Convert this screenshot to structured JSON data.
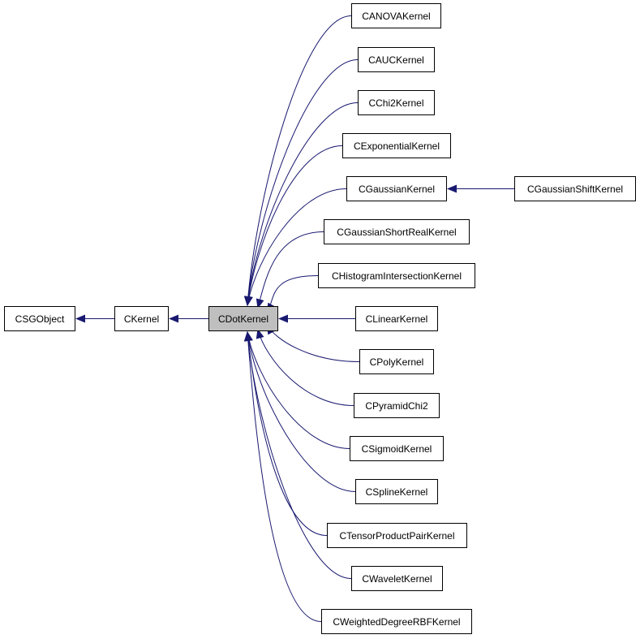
{
  "diagram": {
    "edge_color": "#191970",
    "current_fill": "#bfbfbf",
    "nodes": {
      "csgobject": "CSGObject",
      "ckernel": "CKernel",
      "cdotkernel": "CDotKernel",
      "canova": "CANOVAKernel",
      "cauc": "CAUCKernel",
      "cchi2": "CChi2Kernel",
      "cexponential": "CExponentialKernel",
      "cgaussian": "CGaussianKernel",
      "cgaussianshift": "CGaussianShiftKernel",
      "cgaussianshortreal": "CGaussianShortRealKernel",
      "chistogram": "CHistogramIntersectionKernel",
      "clinear": "CLinearKernel",
      "cpoly": "CPolyKernel",
      "cpyramid": "CPyramidChi2",
      "csigmoid": "CSigmoidKernel",
      "cspline": "CSplineKernel",
      "ctensor": "CTensorProductPairKernel",
      "cwavelet": "CWaveletKernel",
      "cweighted": "CWeightedDegreeRBFKernel"
    },
    "edges": [
      [
        "ckernel",
        "csgobject"
      ],
      [
        "cdotkernel",
        "ckernel"
      ],
      [
        "canova",
        "cdotkernel"
      ],
      [
        "cauc",
        "cdotkernel"
      ],
      [
        "cchi2",
        "cdotkernel"
      ],
      [
        "cexponential",
        "cdotkernel"
      ],
      [
        "cgaussian",
        "cdotkernel"
      ],
      [
        "cgaussianshift",
        "cgaussian"
      ],
      [
        "cgaussianshortreal",
        "cdotkernel"
      ],
      [
        "chistogram",
        "cdotkernel"
      ],
      [
        "clinear",
        "cdotkernel"
      ],
      [
        "cpoly",
        "cdotkernel"
      ],
      [
        "cpyramid",
        "cdotkernel"
      ],
      [
        "csigmoid",
        "cdotkernel"
      ],
      [
        "cspline",
        "cdotkernel"
      ],
      [
        "ctensor",
        "cdotkernel"
      ],
      [
        "cwavelet",
        "cdotkernel"
      ],
      [
        "cweighted",
        "cdotkernel"
      ]
    ]
  }
}
